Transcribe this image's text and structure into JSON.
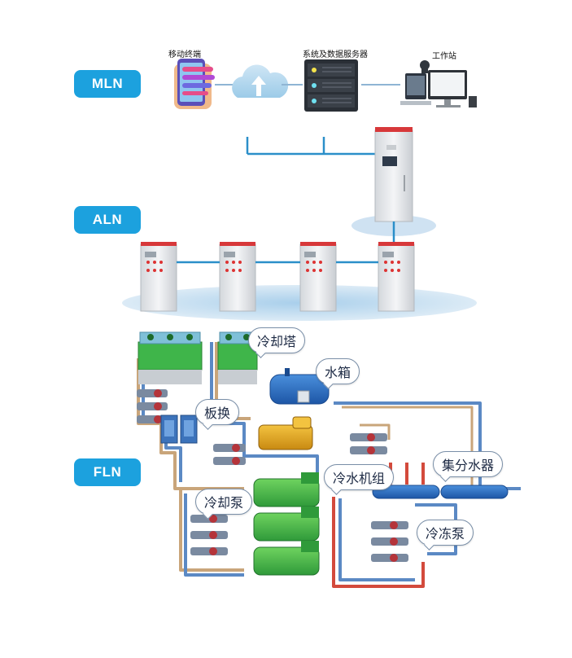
{
  "layers": {
    "mln": {
      "label": "MLN"
    },
    "aln": {
      "label": "ALN"
    },
    "fln": {
      "label": "FLN"
    }
  },
  "mln_devices": {
    "mobile": "移动终端",
    "server": "系统及数据服务器",
    "workstation": "工作站"
  },
  "equipment_labels": {
    "cooling_tower": "冷却塔",
    "water_tank": "水箱",
    "plate_exchanger": "板换",
    "cooling_pump": "冷却泵",
    "chiller": "冷水机组",
    "manifold": "集分水器",
    "chilled_pump": "冷冻泵"
  },
  "colors": {
    "badge": "#1ca1de",
    "network_line": "#2b8fc9",
    "cabinet": "#e9ecef",
    "cabinet_top": "#d7383a",
    "platform": "#bcd9ef",
    "pipe_blue": "#5b89c4",
    "pipe_red": "#d34a3c",
    "pipe_tan": "#c9a57a",
    "chiller_green": "#3fb54a",
    "tank_blue": "#2a6fc2",
    "yellow_unit": "#e2a51d"
  }
}
